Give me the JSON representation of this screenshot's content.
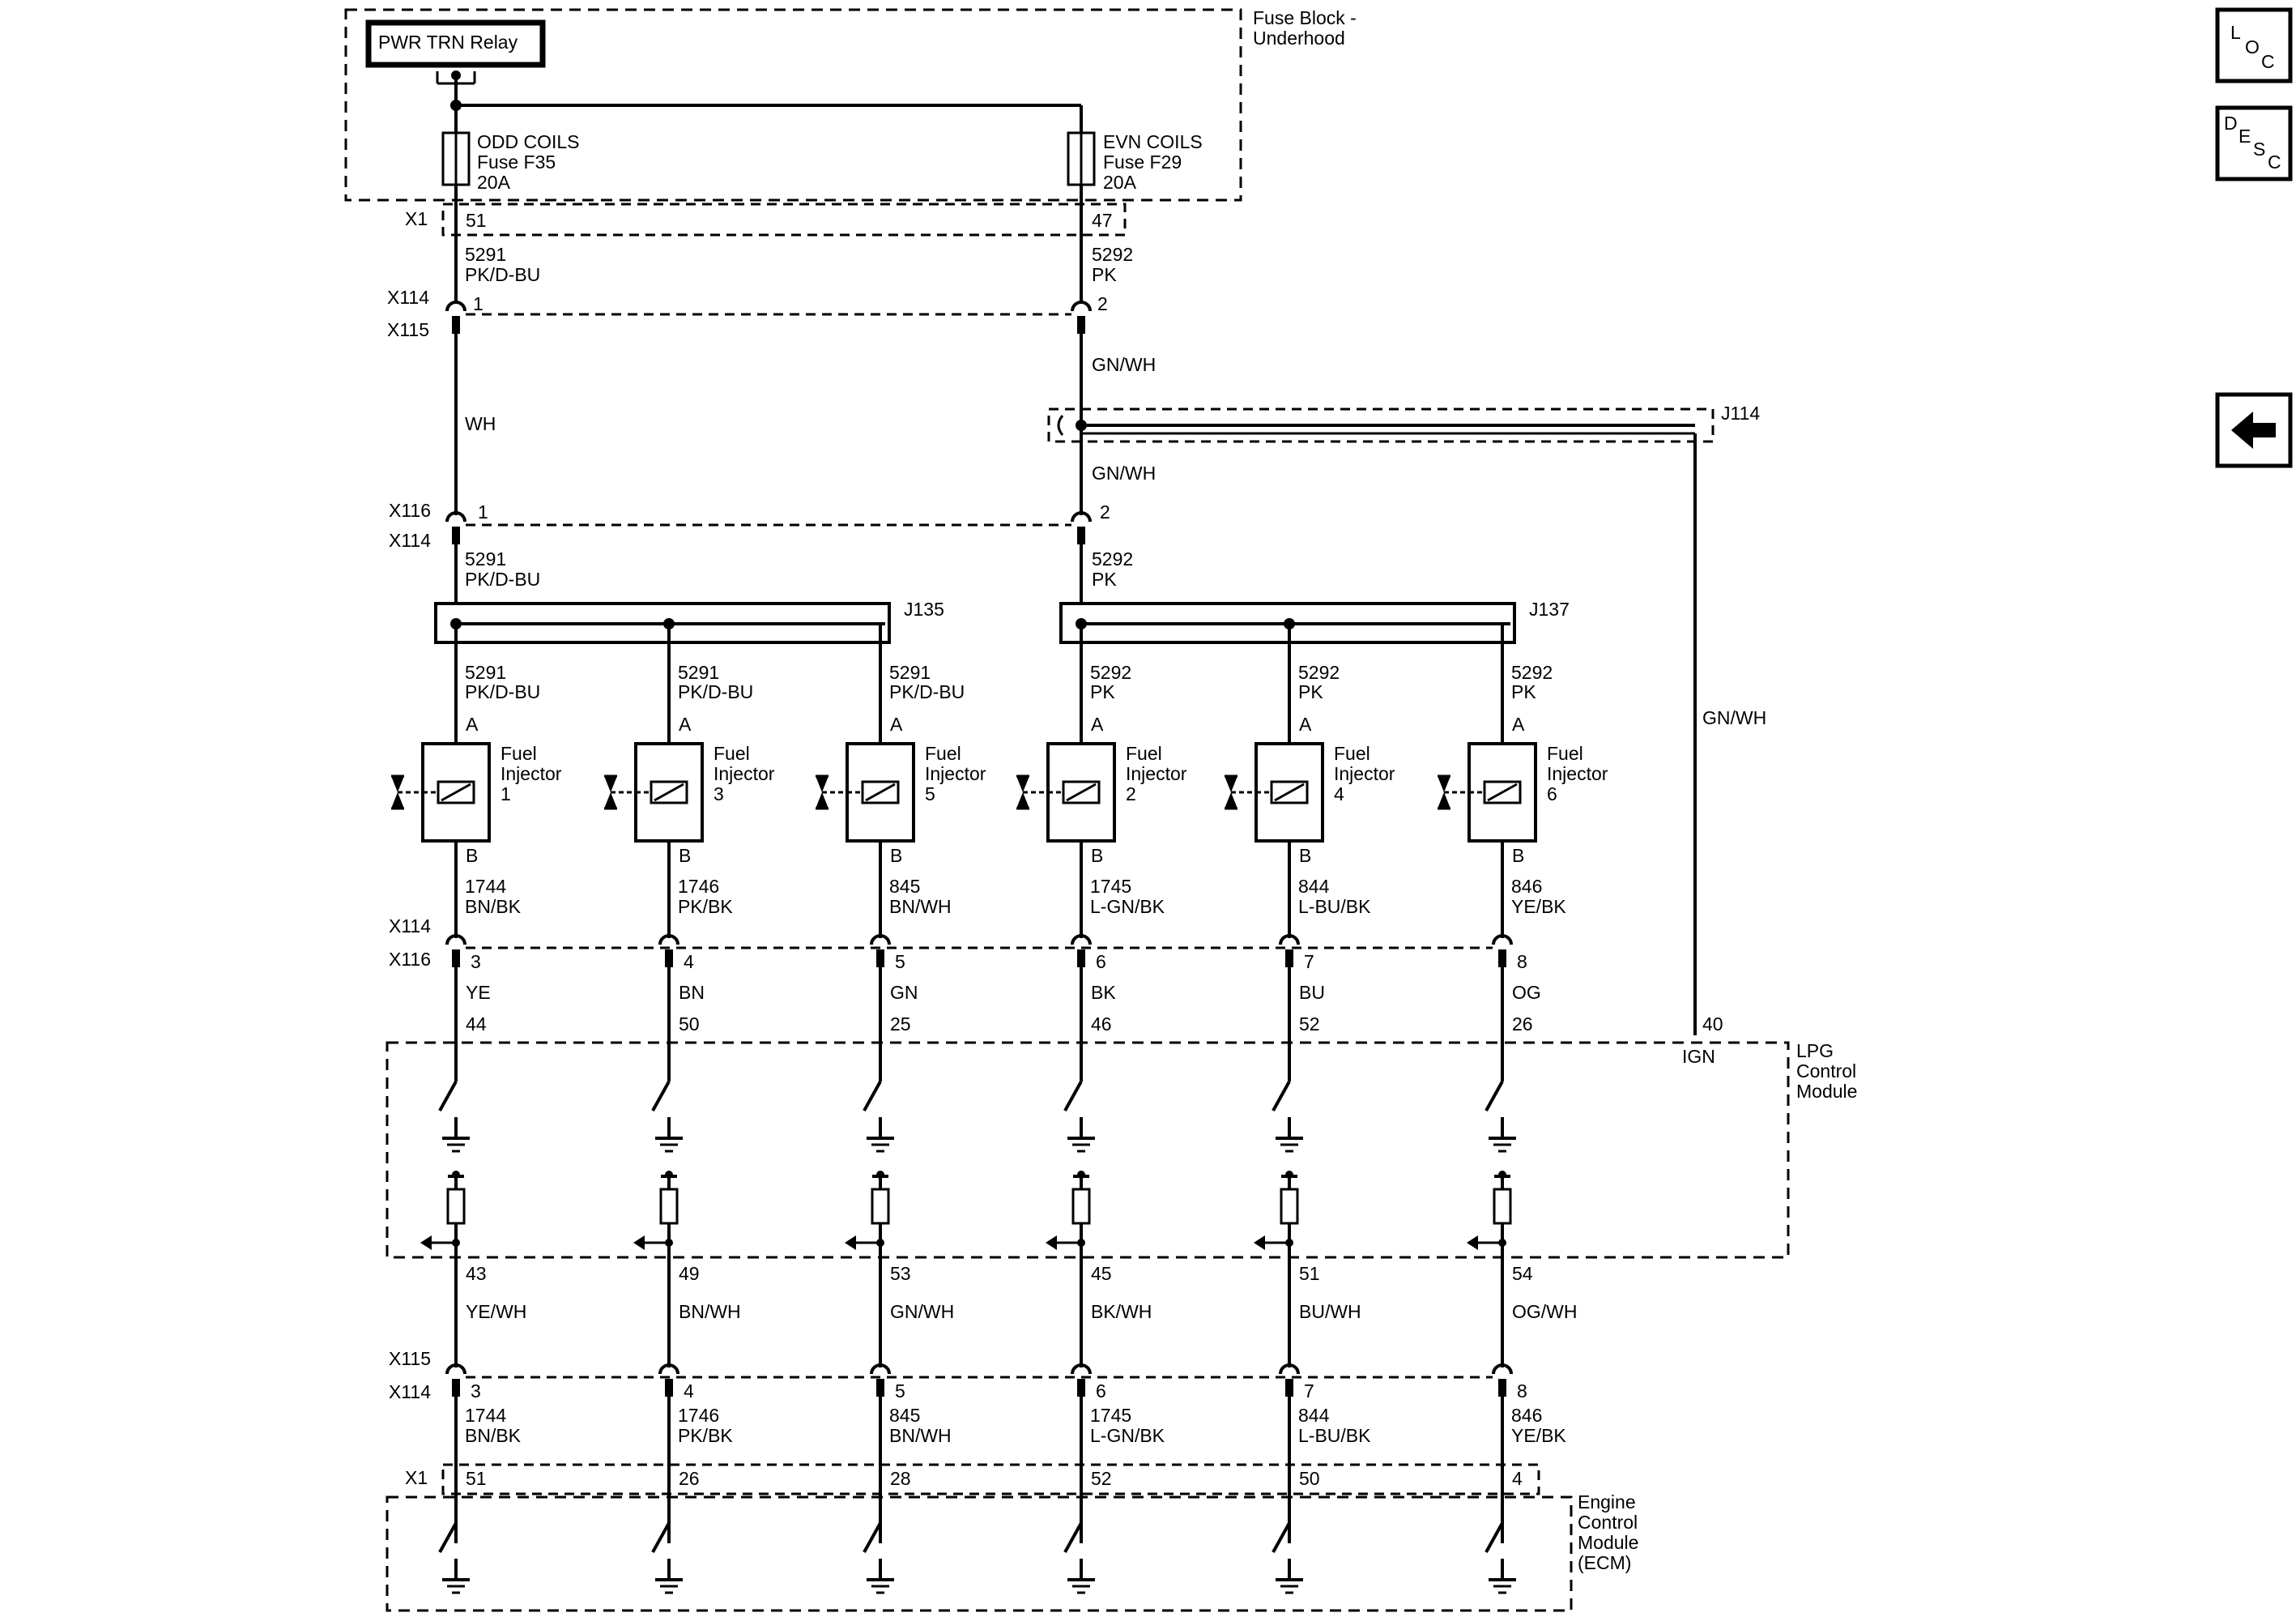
{
  "fuse_block": {
    "label_line1": "Fuse Block -",
    "label_line2": "Underhood"
  },
  "relay": {
    "label": "PWR TRN Relay"
  },
  "fuses": [
    {
      "circuit": "ODD COILS",
      "name": "Fuse F35",
      "rating": "20A",
      "terminal": "51",
      "wire_circuit": "5291",
      "wire_color": "PK/D-BU"
    },
    {
      "circuit": "EVN COILS",
      "name": "Fuse F29",
      "rating": "20A",
      "terminal": "47",
      "wire_circuit": "5292",
      "wire_color": "PK"
    }
  ],
  "connectors": {
    "x1": "X1",
    "x114": "X114",
    "x115": "X115",
    "x116": "X116"
  },
  "upper_connector": {
    "left_pin": "1",
    "right_pin": "2"
  },
  "middle_connector": {
    "left_pin": "1",
    "right_pin": "2"
  },
  "wires": {
    "wh": "WH",
    "gn_wh_top": "GN/WH",
    "gn_wh_mid": "GN/WH",
    "gn_wh_long": "GN/WH",
    "left_circuit": "5291",
    "left_color": "PK/D-BU",
    "right_circuit": "5292",
    "right_color": "PK"
  },
  "splices": {
    "j114": "J114",
    "j135": "J135",
    "j137": "J137"
  },
  "injectors": [
    {
      "label1": "Fuel",
      "label2": "Injector",
      "number": "1",
      "pin_a": "A",
      "pin_b": "B",
      "feed_circuit": "5291",
      "feed_color": "PK/D-BU",
      "out_circuit": "1744",
      "out_color": "BN/BK",
      "conn_pin": "3",
      "mid_color": "YE",
      "lpg_in": "44",
      "lpg_out": "43",
      "lpg_out_color": "YE/WH",
      "low_pin": "3",
      "low_circuit": "1744",
      "low_color": "BN/BK",
      "ecm_pin": "51"
    },
    {
      "label1": "Fuel",
      "label2": "Injector",
      "number": "3",
      "pin_a": "A",
      "pin_b": "B",
      "feed_circuit": "5291",
      "feed_color": "PK/D-BU",
      "out_circuit": "1746",
      "out_color": "PK/BK",
      "conn_pin": "4",
      "mid_color": "BN",
      "lpg_in": "50",
      "lpg_out": "49",
      "lpg_out_color": "BN/WH",
      "low_pin": "4",
      "low_circuit": "1746",
      "low_color": "PK/BK",
      "ecm_pin": "26"
    },
    {
      "label1": "Fuel",
      "label2": "Injector",
      "number": "5",
      "pin_a": "A",
      "pin_b": "B",
      "feed_circuit": "5291",
      "feed_color": "PK/D-BU",
      "out_circuit": "845",
      "out_color": "BN/WH",
      "conn_pin": "5",
      "mid_color": "GN",
      "lpg_in": "25",
      "lpg_out": "53",
      "lpg_out_color": "GN/WH",
      "low_pin": "5",
      "low_circuit": "845",
      "low_color": "BN/WH",
      "ecm_pin": "28"
    },
    {
      "label1": "Fuel",
      "label2": "Injector",
      "number": "2",
      "pin_a": "A",
      "pin_b": "B",
      "feed_circuit": "5292",
      "feed_color": "PK",
      "out_circuit": "1745",
      "out_color": "L-GN/BK",
      "conn_pin": "6",
      "mid_color": "BK",
      "lpg_in": "46",
      "lpg_out": "45",
      "lpg_out_color": "BK/WH",
      "low_pin": "6",
      "low_circuit": "1745",
      "low_color": "L-GN/BK",
      "ecm_pin": "52"
    },
    {
      "label1": "Fuel",
      "label2": "Injector",
      "number": "4",
      "pin_a": "A",
      "pin_b": "B",
      "feed_circuit": "5292",
      "feed_color": "PK",
      "out_circuit": "844",
      "out_color": "L-BU/BK",
      "conn_pin": "7",
      "mid_color": "BU",
      "lpg_in": "52",
      "lpg_out": "51",
      "lpg_out_color": "BU/WH",
      "low_pin": "7",
      "low_circuit": "844",
      "low_color": "L-BU/BK",
      "ecm_pin": "50"
    },
    {
      "label1": "Fuel",
      "label2": "Injector",
      "number": "6",
      "pin_a": "A",
      "pin_b": "B",
      "feed_circuit": "5292",
      "feed_color": "PK",
      "out_circuit": "846",
      "out_color": "YE/BK",
      "conn_pin": "8",
      "mid_color": "OG",
      "lpg_in": "26",
      "lpg_out": "54",
      "lpg_out_color": "OG/WH",
      "low_pin": "8",
      "low_circuit": "846",
      "low_color": "YE/BK",
      "ecm_pin": "4"
    }
  ],
  "lpg_module": {
    "line1": "LPG",
    "line2": "Control",
    "line3": "Module",
    "ign_pin": "40",
    "ign_label": "IGN"
  },
  "ecm_module": {
    "line1": "Engine",
    "line2": "Control",
    "line3": "Module",
    "line4": "(ECM)"
  },
  "nav": {
    "loc_l": "L",
    "loc_o": "O",
    "loc_c": "C",
    "desc_d": "D",
    "desc_e": "E",
    "desc_s": "S",
    "desc_c": "C",
    "back_icon": "left-arrow-icon"
  }
}
